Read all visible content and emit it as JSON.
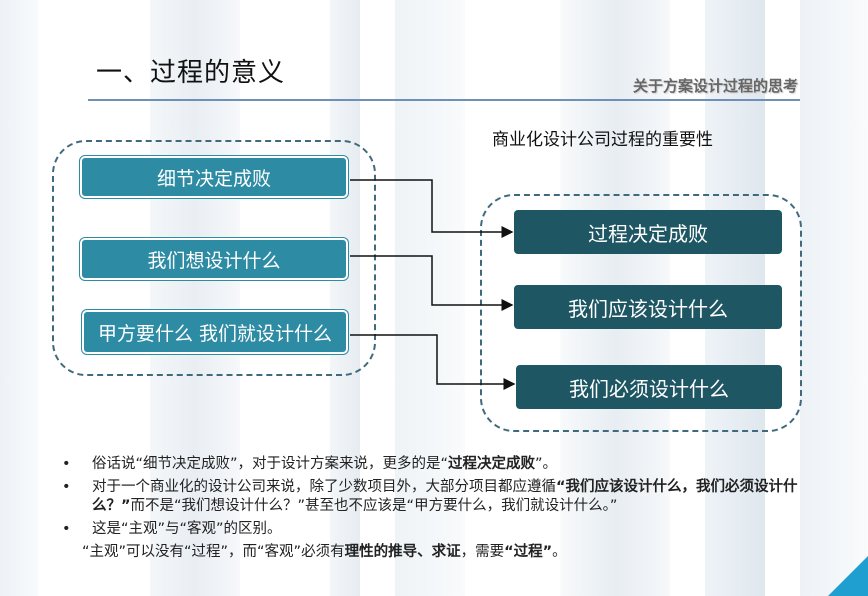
{
  "header": {
    "title": "一、过程的意义",
    "subtitle": "关于方案设计过程的思考"
  },
  "diagram": {
    "label": "商业化设计公司过程的重要性",
    "left_items": [
      "细节决定成败",
      "我们想设计什么",
      "甲方要什么 我们就设计什么"
    ],
    "right_items": [
      "过程决定成败",
      "我们应该设计什么",
      "我们必须设计什么"
    ]
  },
  "colors": {
    "left_box": "#2e8ba4",
    "right_box": "#1f5663",
    "dashed_outline": "#3f6a7e",
    "title_rule": "#6f8fb8"
  },
  "bullets": {
    "marker": "•",
    "b1": {
      "t1": "俗话说“细节决定成败”，对于设计方案来说，更多的是“",
      "bold": "过程决定成败",
      "t2": "”。"
    },
    "b2": {
      "t1": "对于一个商业化的设计公司来说，除了少数项目外，大部分项目都应遵循",
      "bold": "“我们应该设计什么，我们必须设计什么？”",
      "t2": "而不是“我们想设计什么？”甚至也不应该是“甲方要什么，我们就设计什么。”"
    },
    "b3": {
      "t1": "这是“主观”与“客观”的区别。"
    },
    "b4": {
      "t1": "“主观”可以没有“过程”，而“客观”必须有",
      "bold1": "理性的推导、求证",
      "t2": "，需要",
      "bold2": "“过程”",
      "t3": "。"
    }
  }
}
